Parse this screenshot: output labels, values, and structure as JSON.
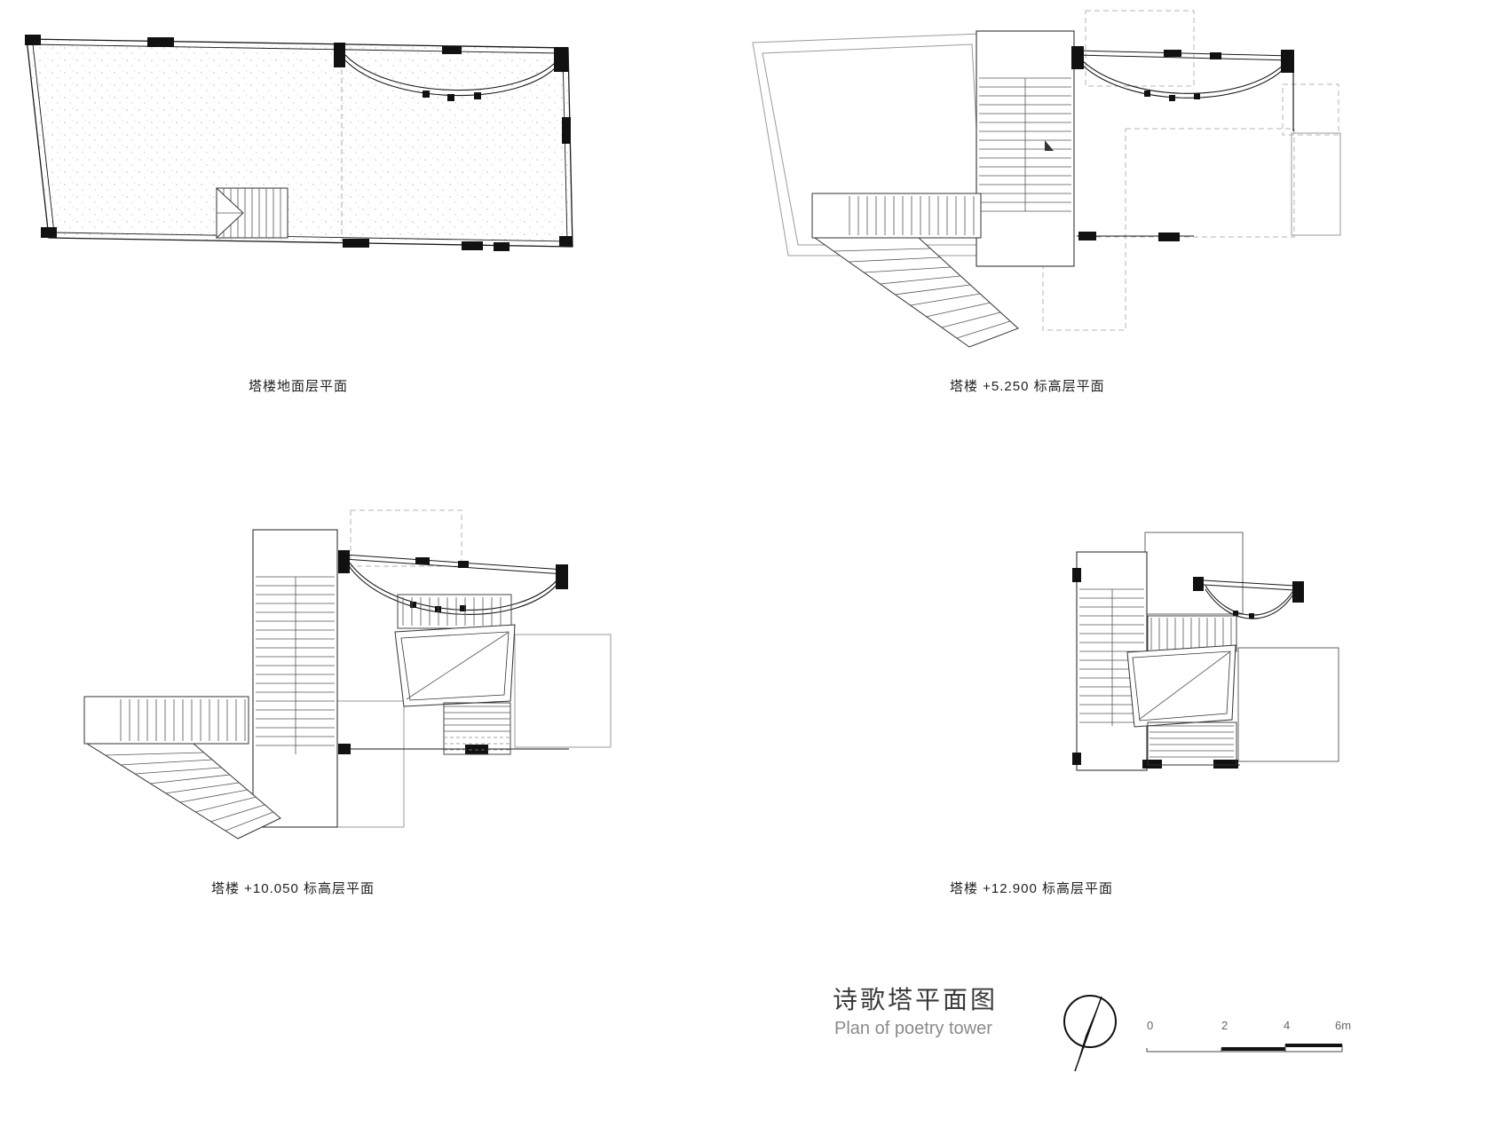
{
  "plans": [
    {
      "id": "ground",
      "caption": "塔楼地面层平面"
    },
    {
      "id": "level-5250",
      "caption": "塔楼 +5.250 标高层平面"
    },
    {
      "id": "level-10050",
      "caption": "塔楼 +10.050 标高层平面"
    },
    {
      "id": "level-12900",
      "caption": "塔楼 +12.900 标高层平面"
    }
  ],
  "title_block": {
    "title_zh": "诗歌塔平面图",
    "title_en": "Plan of poetry tower",
    "scale_labels": [
      "0",
      "2",
      "4",
      "6m"
    ]
  },
  "colors": {
    "ink": "#1a1a1a",
    "tread": "#555555",
    "light": "#9a9a9a",
    "dashed": "#b5b5b5",
    "caption": "#1f1f1f",
    "subtitle": "#8a8a8a"
  }
}
